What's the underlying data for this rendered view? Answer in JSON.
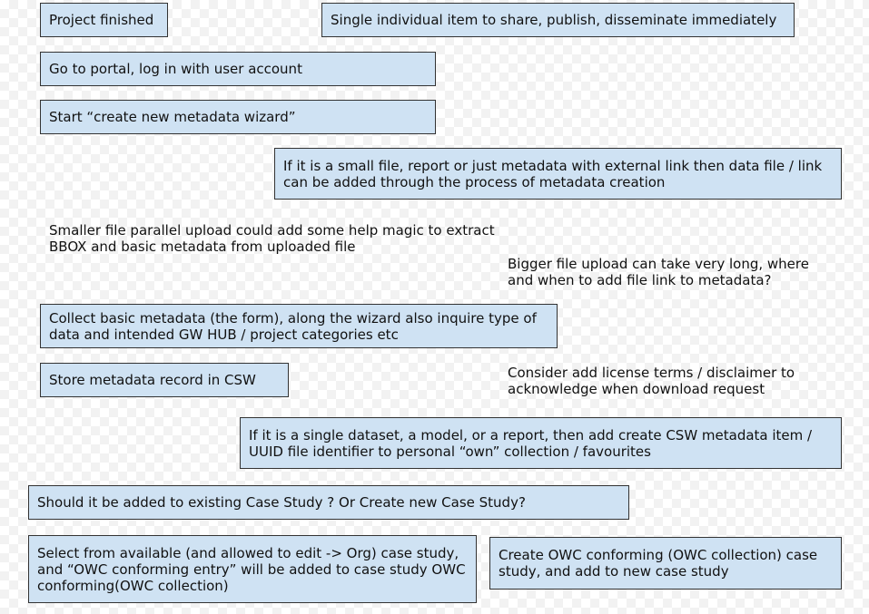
{
  "diagram": {
    "box_color": "#cfe2f3",
    "border_color": "#333333",
    "steps": {
      "project_finished": "Project finished",
      "single_item": "Single individual item to share, publish, disseminate immediately",
      "go_to_portal": "Go to portal, log in with user account",
      "start_wizard": "Start “create new metadata wizard”",
      "small_file": "If it is a small file, report or just metadata with external link then data file / link\ncan be added through the process of metadata creation",
      "collect_metadata": "Collect basic metadata (the form), along the wizard also inquire type of\ndata and intended GW HUB / project  categories etc",
      "store_record": "Store metadata record in CSW",
      "single_dataset": "If it is a single dataset, a model, or a report, then add create CSW metadata item /\nUUID file identifier to personal “own” collection / favourites",
      "case_study_question": "Should it be added to existing Case Study ? Or Create new Case Study?",
      "select_existing": "Select from available (and allowed to edit -> Org) case study,\nand “OWC conforming entry” will be added to case study OWC\nconforming(OWC collection)",
      "create_new": "Create OWC conforming (OWC collection) case\nstudy, and add to new case study"
    },
    "notes": {
      "parallel_upload": "Smaller file parallel upload could add some help magic to extract\nBBOX and basic metadata from uploaded file",
      "bigger_upload": "Bigger file upload can take very long, where\nand when to add file link to metadata?",
      "license_terms": "Consider add license terms / disclaimer to\nacknowledge when download request"
    }
  }
}
